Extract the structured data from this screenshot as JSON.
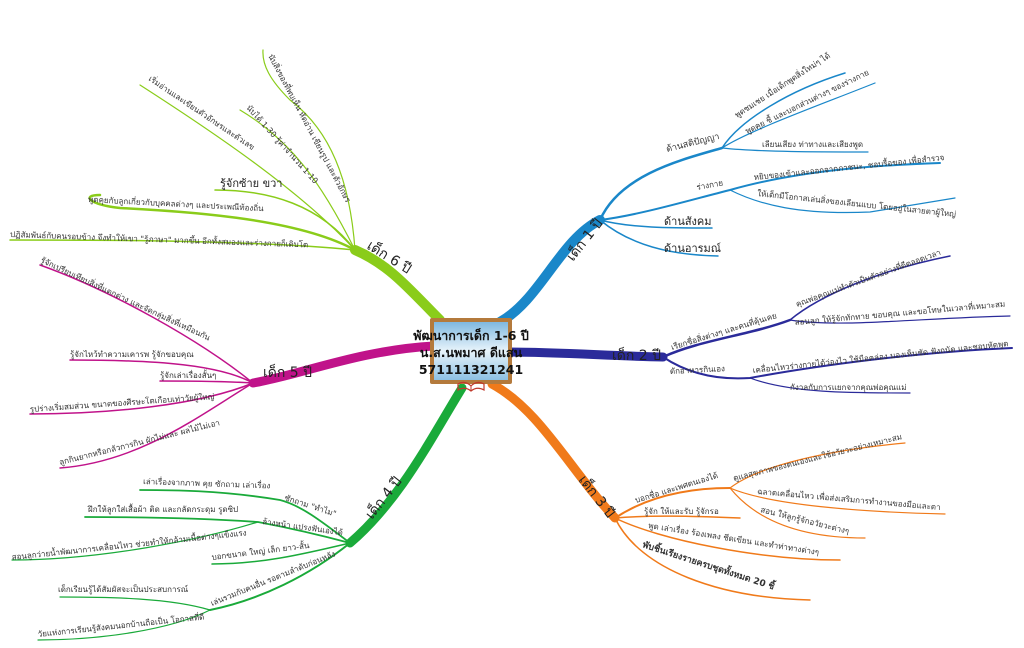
{
  "center": {
    "title": "พัฒนาการเด็ก 1-6 ปี",
    "name": "น.ส.นพมาศ ดีแสน",
    "id": "571111321241"
  },
  "colors": {
    "age1": "#1a87c9",
    "age2": "#2b2b9a",
    "age3": "#f07a1a",
    "age4": "#1aaa3a",
    "age5": "#c0138a",
    "age6": "#8acc1a"
  },
  "age1": {
    "label": "เด็ก 1 ปี",
    "intellect": "ด้านสติปัญญา",
    "intellect_items": [
      "พูดชมเชย เมื่อเด็กพูดสิ่งใหม่ๆ ได้",
      "พูดคุย ชี้ และบอกส่วนต่างๆ ของร่างกาย",
      "เลียนเสียง ท่าทางและเสียงพูด"
    ],
    "body": "ร่างกาย",
    "body_items": [
      "หยิบของเข้าและออกจากภาชนะ, ชอบรื้อของ เพื่อสำรวจ",
      "ให้เด็กมีโอกาสเล่นสิ่งของเลียนแบบ โดยอยู่ในสายตาผู้ใหญ่"
    ],
    "social": "ด้านสังคม",
    "emotion": "ด้านอารมณ์"
  },
  "age2": {
    "label": "เด็ก 2 ปี",
    "naming": "เรียกชื่อสิ่งต่างๆ และคนที่คุ้นเคย",
    "naming_items": [
      "คุณพ่อคุณแม่ทำตัวเป็นตัวอย่างที่ดีตลอดเวลา",
      "สอนลูก ให้รู้จักทักทาย ขอบคุณ และขอโทษในเวลาที่เหมาะสม"
    ],
    "eating": "ตักอาหารกินเอง",
    "eating_items": [
      "เคลื่อนไหวร่างกายได้ว่องไว ใช้มือคล่อง มองเห็นชัด ฟังถนัด และชอบหัดพูด",
      "กังวลกับการแยกจากคุณพ่อคุณแม่"
    ]
  },
  "age3": {
    "label": "เด็ก 3 ปี",
    "gender": "บอกชื่อ และเพศตนเองได้",
    "gender_items": [
      "ดูแลสุขภาพของตนเองและใช้อวัยวะอย่างเหมาะสม",
      "ฉลาดเคลื่อนไหว เพื่อส่งเสริมการทำงานของมือและตา",
      "สอน ให้ลูกรู้จักอวัยวะต่างๆ"
    ],
    "items": [
      "รู้จัก ให้และรับ รู้จักรอ",
      "พูด เล่าเรื่อง ร้องเพลง ชีดเขียน และทำท่าทางต่างๆ",
      "พับชิ้นเรียงรายครบชุดทั้งหมด 20 ชิ้"
    ]
  },
  "age4": {
    "label": "เด็ก 4 ปี",
    "why": "ซักถาม \"ทำไม\"",
    "why_items": [
      "เล่าเรื่องจากภาพ คุย ซักถาม เล่าเรื่อง"
    ],
    "wash": "ล้างหน้า แปรงฟันเองได้",
    "wash_items": [
      "ฝึกให้ลูกใส่เสื้อผ้า ติด และกลัดกระดุม รูดซิป",
      "สอนลูกว่ายน้ำพัฒนาการเคลื่อนไหว ช่วยทำให้กล้ามเนื้อต่างๆแข็งแรง"
    ],
    "size": "บอกขนาด ใหญ่ เล็ก ยาว-สั้น",
    "play": "เล่นรวมกับคนอื่น รอตามลำดับก่อนหลัง",
    "play_items": [
      "เด็กเรียนรู้ได้สัมผัสจะเป็นประสบการณ์",
      "วัยแห่งการเรียนรู้สังคมนอกบ้านถือเป็น โอกาสที่ดี"
    ]
  },
  "age5": {
    "label": "เด็ก 5 ปี",
    "items": [
      "รู้จักเปรียบเทียบสิ่งที่แตกต่าง และจัดกลุ่มสิ่งที่เหมือนกัน",
      "รู้จักไหว้ทำความเคารพ รู้จักขอบคุณ",
      "รู้จักเล่าเรื่องสั้นๆ",
      "รูปร่างเริ่มสมส่วน ขนาดของศีรษะโตเกือบเท่าวัยผู้ใหญ่",
      "ลูกกินยากหรือกลัวการกิน ผักไม่และ ผลไม้ไม่เอา"
    ]
  },
  "age6": {
    "label": "เด็ก 6 ปี",
    "items": [
      "ปฏิสัมพันธ์กับคนรอบข้าง จึงทำให้เขา \"รู้ภาษา\" มากขึ้น อีกทั้งสมองและร่างกายก็เติบโต",
      "พูดคุยกับลูกเกี่ยวกับบุคคลต่างๆ และประเพณีท้องถิ่น",
      "รู้จักซ้าย ขวา",
      "เริ่มอ่านและเขียนตัวอักษรและตัวเลข",
      "นับได้ 1-30 รู้ค่าจำนวน 1-10",
      "นับสิ่งของที่พบเห็น หัดอ่าน เขียนรูป และตัวอักษร"
    ]
  }
}
